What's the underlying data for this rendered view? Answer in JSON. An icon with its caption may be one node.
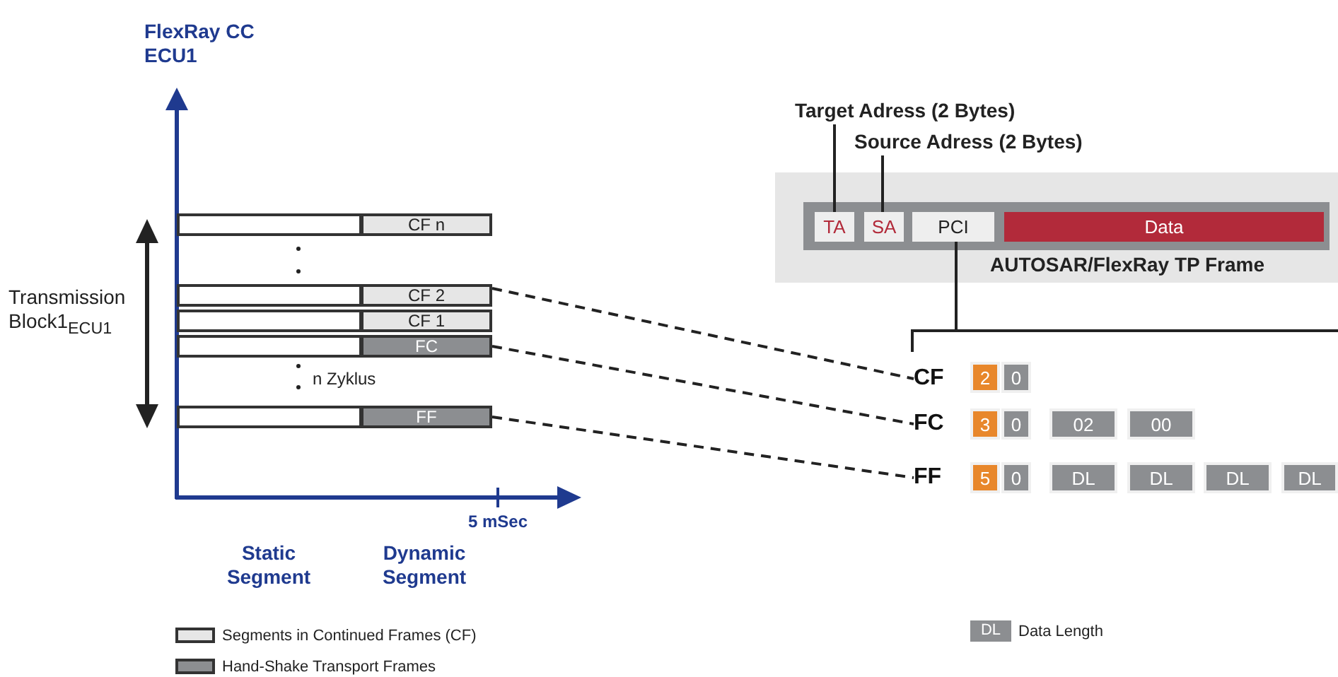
{
  "diagram": {
    "nodes": [
      {
        "text": [],
        "shape": "box"
      },
      {
        "text": [
          "CF n"
        ]
      },
      {
        "text": [],
        "shape": "box"
      },
      {
        "text": [
          "CF 2"
        ]
      },
      {
        "text": [],
        "shape": "box"
      },
      {
        "text": [
          "CF 1"
        ]
      },
      {
        "text": [],
        "shape": "box"
      },
      {
        "text": [
          "FC"
        ]
      },
      {
        "text": [],
        "shape": "box"
      },
      {
        "text": [
          "FF"
        ]
      },
      {
        "text": [
          "Target Adress (2 Bytes)"
        ]
      },
      {
        "text": [
          "Source Adress (2 Bytes)"
        ]
      },
      {
        "text": [
          "AUTOSAR/FlexRay TP Frame"
        ]
      },
      {
        "text": [
          "TA"
        ],
        "in": 12
      },
      {
        "text": [
          "SA"
        ],
        "in": 12
      },
      {
        "text": [
          "PCI"
        ],
        "in": 12
      },
      {
        "text": [
          "Data"
        ],
        "in": 12
      },
      {
        "text": [
          "CF"
        ]
      },
      {
        "text": [
          "2"
        ]
      },
      {
        "text": [
          "0"
        ]
      },
      {
        "text": [
          "FC"
        ]
      },
      {
        "text": [
          "3"
        ]
      },
      {
        "text": [
          "0"
        ]
      },
      {
        "text": [
          "02"
        ]
      },
      {
        "text": [
          "00"
        ]
      },
      {
        "text": [
          "FF"
        ]
      },
      {
        "text": [
          "5"
        ]
      },
      {
        "text": [
          "0"
        ]
      },
      {
        "text": [
          "DL"
        ]
      },
      {
        "text": [
          "DL"
        ]
      },
      {
        "text": [
          "DL"
        ]
      },
      {
        "text": [
          "DL"
        ]
      },
      {
        "text": [],
        "shape": "bracket"
      }
    ],
    "edges": [
      {
        "from": 10,
        "to": 13,
        "arrow": "none"
      },
      {
        "from": 11,
        "to": 14,
        "arrow": "none"
      },
      {
        "from": 15,
        "to": 32,
        "arrow": "none"
      },
      {
        "from": 3,
        "to": 17,
        "arrow": "none",
        "style": "dashed"
      },
      {
        "from": 7,
        "to": 20,
        "arrow": "none",
        "style": "dashed"
      },
      {
        "from": 9,
        "to": 25,
        "arrow": "none",
        "style": "dashed"
      }
    ],
    "labels": [
      "FlexRay CC ECU1",
      "Transmission Block1$_{ECU1}$",
      "n Zyklus",
      "5 mSec",
      "Static Segment",
      "Dynamic Segment",
      "DL"
    ],
    "legend": [
      {
        "text": "Segments in Continued Frames (CF)",
        "color": "#e6e6e6"
      },
      {
        "text": "Hand-Shake Transport Frames",
        "color": "#8c8e91"
      },
      {
        "text": "Data Length",
        "color": "#8c8e91"
      }
    ]
  }
}
